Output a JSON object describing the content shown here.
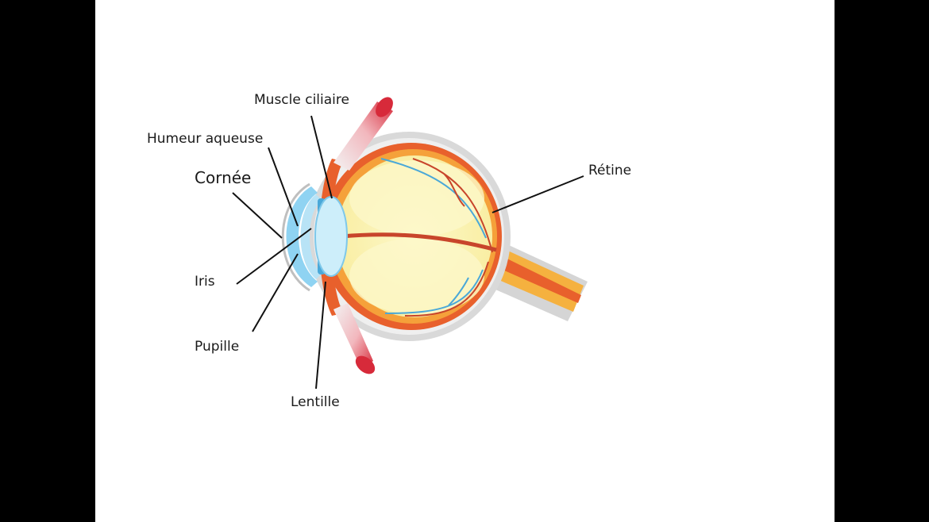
{
  "labels": {
    "muscle_ciliaire": "Muscle ciliaire",
    "humeur_aqueuse": "Humeur aqueuse",
    "cornee": "Cornée",
    "iris": "Iris",
    "pupille": "Pupille",
    "lentille": "Lentille",
    "retine": "Rétine"
  },
  "colors": {
    "background": "#000000",
    "slide": "#ffffff",
    "sclera": "#d9d9d9",
    "choroid": "#e8602c",
    "retina_band": "#f5a13a",
    "vitreous": "#fbf3b0",
    "lens": "#cdeefa",
    "cornea": "#8fd3f2",
    "muscle": "#d72a3a",
    "vessel_red": "#c8452b",
    "vessel_blue": "#4aa8d8"
  }
}
